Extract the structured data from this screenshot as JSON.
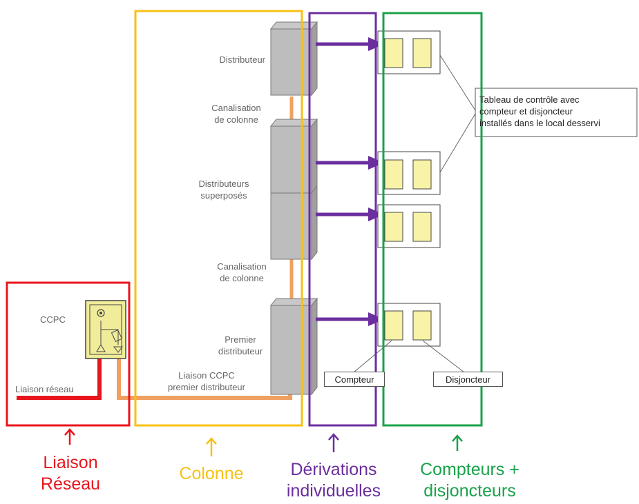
{
  "labels": {
    "distributeur": "Distributeur",
    "canalisation_1": "Canalisation\nde colonne",
    "distributeurs_superposes": "Distributeurs\nsuperposés",
    "canalisation_2": "Canalisation\nde colonne",
    "premier_distributeur": "Premier\ndistributeur",
    "liaison_ccpc": "Liaison CCPC\npremier distributeur",
    "ccpc": "CCPC",
    "liaison_reseau_small": "Liaison réseau",
    "tableau": "Tableau de contrôle avec\ncompteur et disjoncteur\ninstallés dans le local desservi",
    "compteur": "Compteur",
    "disjoncteur": "Disjoncteur"
  },
  "categories": {
    "liaison_reseau": "Liaison\nRéseau",
    "colonne": "Colonne",
    "derivations": "Dérivations\nindividuelles",
    "compteurs": "Compteurs +\ndisjoncteurs"
  },
  "colors": {
    "red": "#e8141c",
    "yellow": "#f7c115",
    "purple": "#6a2e9e",
    "green": "#19a24a",
    "orange": "#f0a060",
    "meter_fill": "#f9f3a8"
  }
}
